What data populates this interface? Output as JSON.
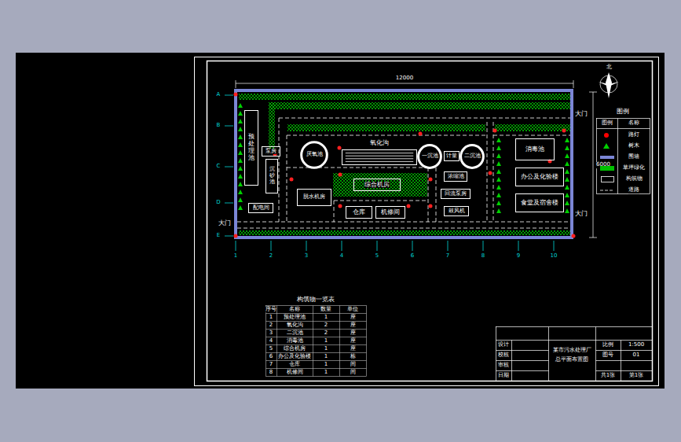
{
  "diagram": {
    "nodes": [
      {
        "text": [
          "预处理池"
        ]
      },
      {
        "text": [
          "泵房"
        ]
      },
      {
        "text": [
          "沉砂池"
        ]
      },
      {
        "text": [
          "配电间"
        ]
      },
      {
        "text": [
          "厌氧池"
        ]
      },
      {
        "text": [
          "氧化沟"
        ]
      },
      {
        "text": [
          "一沉池"
        ]
      },
      {
        "text": [
          "计量"
        ]
      },
      {
        "text": [
          "二沉池"
        ]
      },
      {
        "text": [
          "浓缩池"
        ]
      },
      {
        "text": [
          "综合机房"
        ]
      },
      {
        "text": [
          "脱水机房"
        ]
      },
      {
        "text": [
          "回流泵房"
        ]
      },
      {
        "text": [
          "仓库"
        ]
      },
      {
        "text": [
          "机修间"
        ]
      },
      {
        "text": [
          "鼓风机"
        ]
      },
      {
        "text": [
          "消毒池"
        ]
      },
      {
        "text": [
          "办公及化验楼"
        ]
      },
      {
        "text": [
          "食堂及宿舍楼"
        ]
      }
    ],
    "labels": [
      "12000",
      "6000",
      "大门",
      "大门",
      "大门",
      "1",
      "2",
      "3",
      "4",
      "5",
      "6",
      "7",
      "8",
      "9",
      "10",
      "A",
      "B",
      "C",
      "D",
      "E",
      "北",
      "图例",
      "图例",
      "名称",
      "构筑物一览表",
      "序号",
      "名称",
      "数量",
      "单位",
      "1",
      "预处理池",
      "1",
      "座",
      "2",
      "氧化沟",
      "2",
      "座",
      "3",
      "二沉池",
      "2",
      "座",
      "4",
      "消毒池",
      "1",
      "座",
      "5",
      "综合机房",
      "1",
      "座",
      "6",
      "办公及化验楼",
      "1",
      "栋",
      "7",
      "仓库",
      "1",
      "间",
      "8",
      "机修间",
      "1",
      "间",
      "设计",
      "校核",
      "审核",
      "日期",
      "某市污水处理厂",
      "总平面布置图",
      "比例",
      "1:500",
      "图号",
      "01",
      "共1张",
      "第1张"
    ],
    "legend": [
      {
        "text": "路灯",
        "color": "#ff0000"
      },
      {
        "text": "树木"
      },
      {
        "text": "围墙",
        "color": "#7b86d6"
      },
      {
        "text": "草坪绿化",
        "color": "#00c000"
      },
      {
        "text": "构筑物"
      },
      {
        "text": "道路"
      }
    ]
  }
}
